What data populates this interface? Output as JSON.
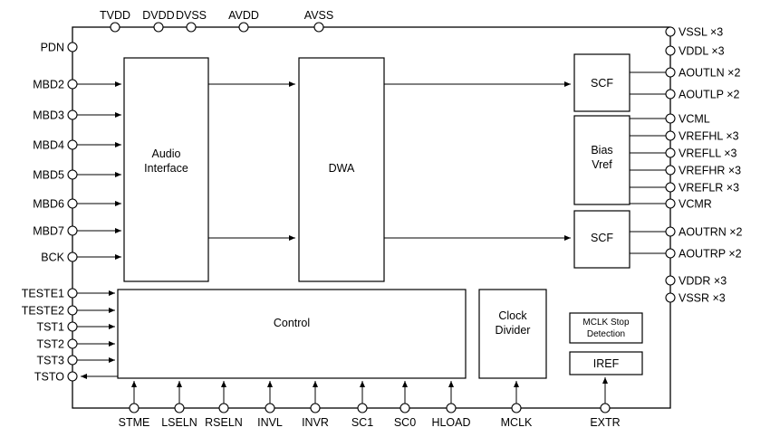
{
  "pins": {
    "top": [
      {
        "id": "tvdd",
        "label": "TVDD"
      },
      {
        "id": "dvdd",
        "label": "DVDD"
      },
      {
        "id": "dvss",
        "label": "DVSS"
      },
      {
        "id": "avdd",
        "label": "AVDD"
      },
      {
        "id": "avss",
        "label": "AVSS"
      }
    ],
    "left": [
      {
        "id": "pdn",
        "label": "PDN"
      },
      {
        "id": "mbd2",
        "label": "MBD2"
      },
      {
        "id": "mbd3",
        "label": "MBD3"
      },
      {
        "id": "mbd4",
        "label": "MBD4"
      },
      {
        "id": "mbd5",
        "label": "MBD5"
      },
      {
        "id": "mbd6",
        "label": "MBD6"
      },
      {
        "id": "mbd7",
        "label": "MBD7"
      },
      {
        "id": "bck",
        "label": "BCK"
      },
      {
        "id": "teste1",
        "label": "TESTE1"
      },
      {
        "id": "teste2",
        "label": "TESTE2"
      },
      {
        "id": "tst1",
        "label": "TST1"
      },
      {
        "id": "tst2",
        "label": "TST2"
      },
      {
        "id": "tst3",
        "label": "TST3"
      },
      {
        "id": "tsto",
        "label": "TSTO"
      }
    ],
    "right": [
      {
        "id": "vssl",
        "label": "VSSL ×3"
      },
      {
        "id": "vddl",
        "label": "VDDL ×3"
      },
      {
        "id": "aoutln",
        "label": "AOUTLN ×2"
      },
      {
        "id": "aoutlp",
        "label": "AOUTLP ×2"
      },
      {
        "id": "vcml",
        "label": "VCML"
      },
      {
        "id": "vrefhl",
        "label": "VREFHL ×3"
      },
      {
        "id": "vrefll",
        "label": "VREFLL ×3"
      },
      {
        "id": "vrefhr",
        "label": "VREFHR ×3"
      },
      {
        "id": "vreflr",
        "label": "VREFLR ×3"
      },
      {
        "id": "vcmr",
        "label": "VCMR"
      },
      {
        "id": "aoutrn",
        "label": "AOUTRN ×2"
      },
      {
        "id": "aoutrp",
        "label": "AOUTRP ×2"
      },
      {
        "id": "vddr",
        "label": "VDDR ×3"
      },
      {
        "id": "vssr",
        "label": "VSSR ×3"
      }
    ],
    "bottom": [
      {
        "id": "stme",
        "label": "STME"
      },
      {
        "id": "lseln",
        "label": "LSELN"
      },
      {
        "id": "rseln",
        "label": "RSELN"
      },
      {
        "id": "invl",
        "label": "INVL"
      },
      {
        "id": "invr",
        "label": "INVR"
      },
      {
        "id": "sc1",
        "label": "SC1"
      },
      {
        "id": "sc0",
        "label": "SC0"
      },
      {
        "id": "hload",
        "label": "HLOAD"
      },
      {
        "id": "mclk",
        "label": "MCLK"
      },
      {
        "id": "extr",
        "label": "EXTR"
      }
    ]
  },
  "blocks": {
    "audio_interface": {
      "line1": "Audio",
      "line2": "Interface"
    },
    "dwa": {
      "label": "DWA"
    },
    "scf_left": {
      "label": "SCF"
    },
    "bias_vref": {
      "line1": "Bias",
      "line2": "Vref"
    },
    "scf_right": {
      "label": "SCF"
    },
    "control": {
      "label": "Control"
    },
    "clock_divider": {
      "line1": "Clock",
      "line2": "Divider"
    },
    "mclk_stop": {
      "line1": "MCLK Stop",
      "line2": "Detection"
    },
    "iref": {
      "label": "IREF"
    }
  }
}
